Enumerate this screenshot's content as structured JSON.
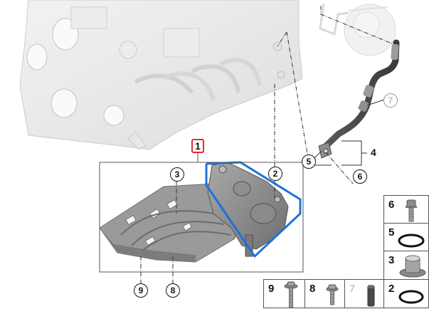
{
  "diagram": {
    "type": "exploded-parts-diagram",
    "subject": "Oil pump / oil pan baffle assembly with engine block and vacuum line",
    "highlight_color": "#1a73d9",
    "callout_highlight_color": "#e32b2b"
  },
  "callouts": [
    {
      "id": "c1",
      "label": "1",
      "highlighted": true
    },
    {
      "id": "c2",
      "label": "2"
    },
    {
      "id": "c3",
      "label": "3"
    },
    {
      "id": "c4",
      "label": "4"
    },
    {
      "id": "c5",
      "label": "5"
    },
    {
      "id": "c6",
      "label": "6"
    },
    {
      "id": "c7",
      "label": "7",
      "ghosted": true
    },
    {
      "id": "c8",
      "label": "8"
    },
    {
      "id": "c9",
      "label": "9"
    }
  ],
  "parts_table": {
    "right_column": [
      {
        "num": "6",
        "icon": "bolt-icon"
      },
      {
        "num": "5",
        "icon": "o-ring-icon"
      },
      {
        "num": "3",
        "icon": "flanged-sleeve-icon"
      },
      {
        "num": "2",
        "icon": "o-ring-icon"
      }
    ],
    "bottom_row": [
      {
        "num": "9",
        "icon": "long-flange-bolt-icon"
      },
      {
        "num": "8",
        "icon": "flange-bolt-icon"
      },
      {
        "num": "7",
        "icon": "hose-sleeve-icon",
        "ghosted": true
      }
    ]
  }
}
